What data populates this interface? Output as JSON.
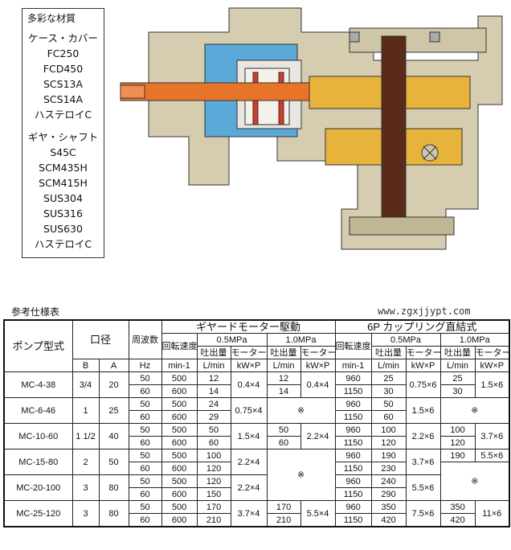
{
  "materials": {
    "heading": "多彩な材質",
    "case_heading": "ケース・カバー",
    "case": [
      "FC250",
      "FCD450",
      "SCS13A",
      "SCS14A",
      "ハステロイC"
    ],
    "gear_heading": "ギヤ・シャフト",
    "gear": [
      "S45C",
      "SCM435H",
      "SCM415H",
      "SUS304",
      "SUS316",
      "SUS630",
      "ハステロイC"
    ]
  },
  "table_title": "参考仕様表",
  "headers": {
    "model": "ポンプ型式",
    "bore": "口径",
    "freq": "周波数",
    "gear_drive": "ギヤードモーター駆動",
    "coupling": "6P カップリング直結式",
    "rpm": "回転速度",
    "p05": "0.5MPa",
    "p10": "1.0MPa",
    "flow": "吐出量",
    "motor": "モーター",
    "B": "B",
    "A": "A",
    "hz": "Hz",
    "rpm_unit": "min-1",
    "flow_unit": "L/min",
    "motor_unit": "kW×P"
  },
  "note_mark": "※",
  "rows": [
    {
      "model": "MC-4-38",
      "B": "3/4",
      "A": "20",
      "hz": [
        "50",
        "60"
      ],
      "g_rpm": [
        "500",
        "600"
      ],
      "g_q05": [
        "12",
        "14"
      ],
      "g_m05": "0.4×4",
      "g_q10": [
        "12",
        "14"
      ],
      "g_m10": "0.4×4",
      "c_rpm": [
        "960",
        "1150"
      ],
      "c_q05": [
        "25",
        "30"
      ],
      "c_m05": "0.75×6",
      "c_q10": [
        "25",
        "30"
      ],
      "c_m10": "1.5×6"
    },
    {
      "model": "MC-6-46",
      "B": "1",
      "A": "25",
      "hz": [
        "50",
        "60"
      ],
      "g_rpm": [
        "500",
        "600"
      ],
      "g_q05": [
        "24",
        "29"
      ],
      "g_m05": "0.75×4",
      "c_rpm": [
        "960",
        "1150"
      ],
      "c_q05": [
        "50",
        "60"
      ],
      "c_m05": "1.5×6"
    },
    {
      "model": "MC-10-60",
      "B": "1 1/2",
      "A": "40",
      "hz": [
        "50",
        "60"
      ],
      "g_rpm": [
        "500",
        "600"
      ],
      "g_q05": [
        "50",
        "60"
      ],
      "g_m05": "1.5×4",
      "g_q10": [
        "50",
        "60"
      ],
      "g_m10": "2.2×4",
      "c_rpm": [
        "960",
        "1150"
      ],
      "c_q05": [
        "100",
        "120"
      ],
      "c_m05": "2.2×6",
      "c_q10": [
        "100",
        "120"
      ],
      "c_m10": "3.7×6"
    },
    {
      "model": "MC-15-80",
      "B": "2",
      "A": "50",
      "hz": [
        "50",
        "60"
      ],
      "g_rpm": [
        "500",
        "600"
      ],
      "g_q05": [
        "100",
        "120"
      ],
      "g_m05": "2.2×4",
      "c_rpm": [
        "960",
        "1150"
      ],
      "c_q05": [
        "190",
        "230"
      ],
      "c_m05": "3.7×6",
      "c_q10": [
        "190"
      ],
      "c_m10": "5.5×6"
    },
    {
      "model": "MC-20-100",
      "B": "3",
      "A": "80",
      "hz": [
        "50",
        "60"
      ],
      "g_rpm": [
        "500",
        "600"
      ],
      "g_q05": [
        "120",
        "150"
      ],
      "g_m05": "2.2×4",
      "c_rpm": [
        "960",
        "1150"
      ],
      "c_q05": [
        "240",
        "290"
      ],
      "c_m05": "5.5×6"
    },
    {
      "model": "MC-25-120",
      "B": "3",
      "A": "80",
      "hz": [
        "50",
        "60"
      ],
      "g_rpm": [
        "500",
        "600"
      ],
      "g_q05": [
        "170",
        "210"
      ],
      "g_m05": "3.7×4",
      "g_q10": [
        "170",
        "210"
      ],
      "g_m10": "5.5×4",
      "c_rpm": [
        "960",
        "1150"
      ],
      "c_q05": [
        "350",
        "420"
      ],
      "c_m05": "7.5×6",
      "c_q10": [
        "350",
        "420"
      ],
      "c_m10": "11×6"
    }
  ],
  "watermark": "www.zgxjjypt.com",
  "colors": {
    "casing": "#d6ccb0",
    "blue": "#5aa9d8",
    "shaft": "#e8742a",
    "gear": "#e8b33a",
    "dark_gear": "#5a2a1a"
  }
}
